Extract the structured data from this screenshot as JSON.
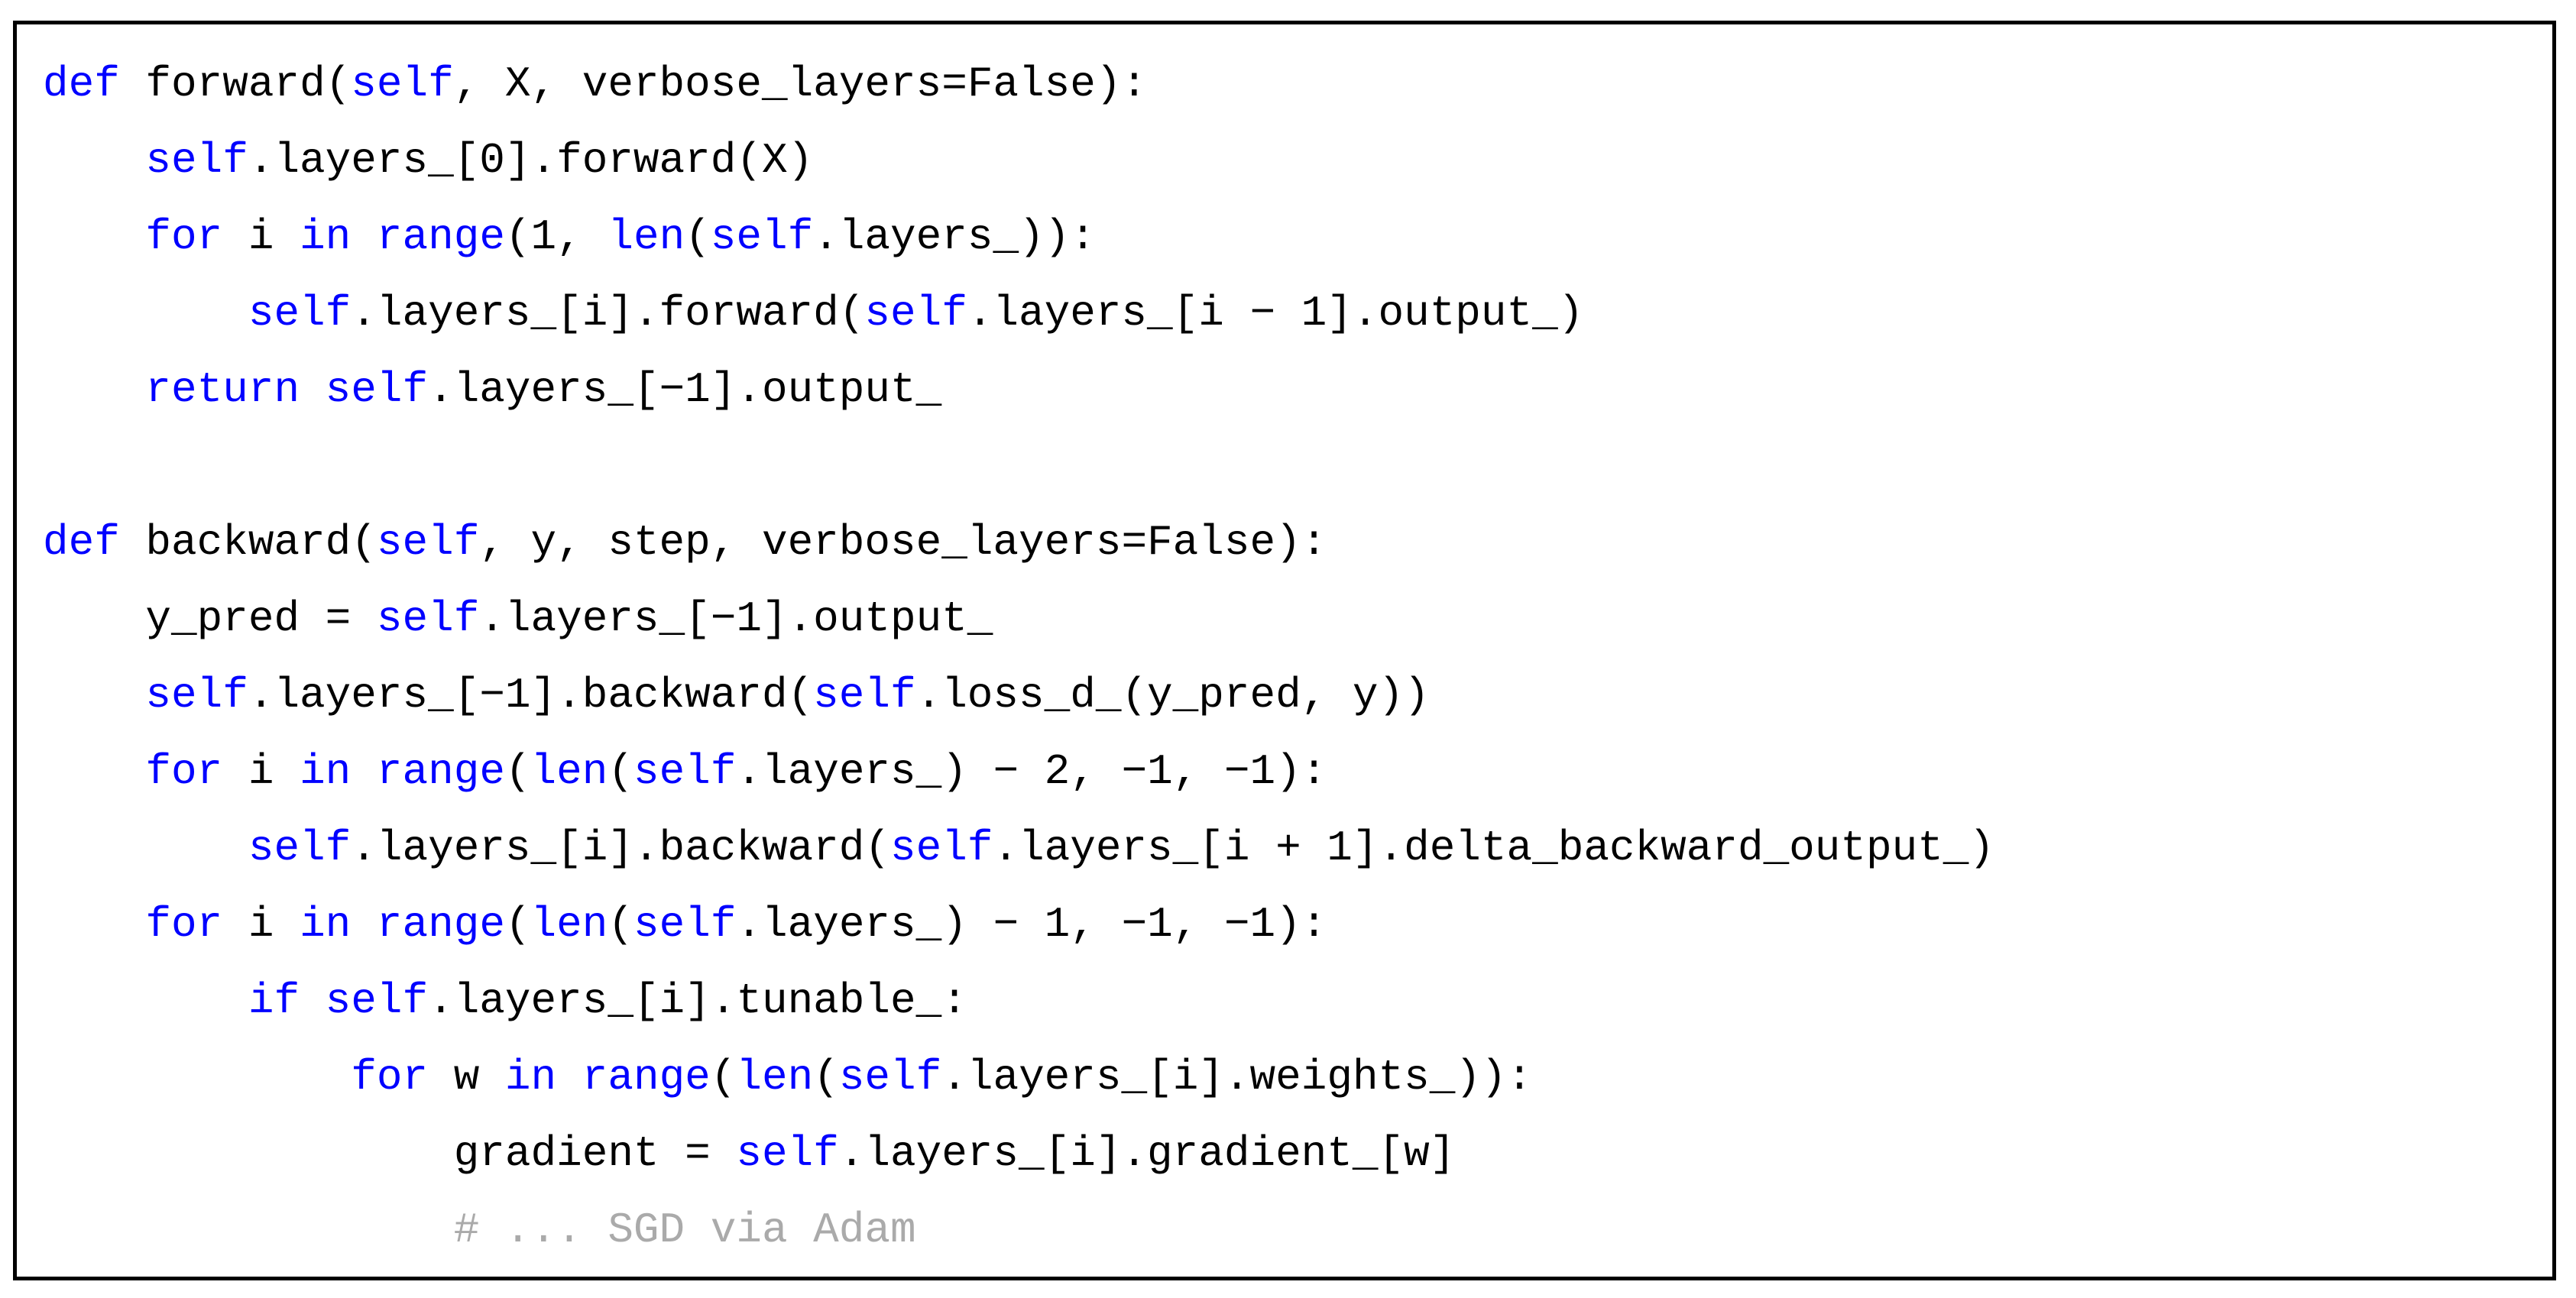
{
  "colors": {
    "keyword": "#0000ff",
    "plain": "#000000",
    "comment": "#aaaaaa",
    "border": "#000000",
    "background": "#ffffff"
  },
  "code_block": {
    "language": "python",
    "lines": [
      {
        "tokens": [
          [
            "k",
            "def"
          ],
          [
            "p",
            " forward("
          ],
          [
            "k",
            "self"
          ],
          [
            "p",
            ", X, verbose_layers=False):"
          ]
        ]
      },
      {
        "tokens": [
          [
            "p",
            "    "
          ],
          [
            "k",
            "self"
          ],
          [
            "p",
            ".layers_[0].forward(X)"
          ]
        ]
      },
      {
        "tokens": [
          [
            "p",
            "    "
          ],
          [
            "k",
            "for"
          ],
          [
            "p",
            " i "
          ],
          [
            "k",
            "in"
          ],
          [
            "p",
            " "
          ],
          [
            "k",
            "range"
          ],
          [
            "p",
            "(1, "
          ],
          [
            "k",
            "len"
          ],
          [
            "p",
            "("
          ],
          [
            "k",
            "self"
          ],
          [
            "p",
            ".layers_)):"
          ]
        ]
      },
      {
        "tokens": [
          [
            "p",
            "        "
          ],
          [
            "k",
            "self"
          ],
          [
            "p",
            ".layers_[i].forward("
          ],
          [
            "k",
            "self"
          ],
          [
            "p",
            ".layers_[i − 1].output_)"
          ]
        ]
      },
      {
        "tokens": [
          [
            "p",
            "    "
          ],
          [
            "k",
            "return"
          ],
          [
            "p",
            " "
          ],
          [
            "k",
            "self"
          ],
          [
            "p",
            ".layers_[−1].output_"
          ]
        ]
      },
      {
        "tokens": []
      },
      {
        "tokens": [
          [
            "k",
            "def"
          ],
          [
            "p",
            " backward("
          ],
          [
            "k",
            "self"
          ],
          [
            "p",
            ", y, step, verbose_layers=False):"
          ]
        ]
      },
      {
        "tokens": [
          [
            "p",
            "    y_pred = "
          ],
          [
            "k",
            "self"
          ],
          [
            "p",
            ".layers_[−1].output_"
          ]
        ]
      },
      {
        "tokens": [
          [
            "p",
            "    "
          ],
          [
            "k",
            "self"
          ],
          [
            "p",
            ".layers_[−1].backward("
          ],
          [
            "k",
            "self"
          ],
          [
            "p",
            ".loss_d_(y_pred, y))"
          ]
        ]
      },
      {
        "tokens": [
          [
            "p",
            "    "
          ],
          [
            "k",
            "for"
          ],
          [
            "p",
            " i "
          ],
          [
            "k",
            "in"
          ],
          [
            "p",
            " "
          ],
          [
            "k",
            "range"
          ],
          [
            "p",
            "("
          ],
          [
            "k",
            "len"
          ],
          [
            "p",
            "("
          ],
          [
            "k",
            "self"
          ],
          [
            "p",
            ".layers_) − 2, −1, −1):"
          ]
        ]
      },
      {
        "tokens": [
          [
            "p",
            "        "
          ],
          [
            "k",
            "self"
          ],
          [
            "p",
            ".layers_[i].backward("
          ],
          [
            "k",
            "self"
          ],
          [
            "p",
            ".layers_[i + 1].delta_backward_output_)"
          ]
        ]
      },
      {
        "tokens": [
          [
            "p",
            "    "
          ],
          [
            "k",
            "for"
          ],
          [
            "p",
            " i "
          ],
          [
            "k",
            "in"
          ],
          [
            "p",
            " "
          ],
          [
            "k",
            "range"
          ],
          [
            "p",
            "("
          ],
          [
            "k",
            "len"
          ],
          [
            "p",
            "("
          ],
          [
            "k",
            "self"
          ],
          [
            "p",
            ".layers_) − 1, −1, −1):"
          ]
        ]
      },
      {
        "tokens": [
          [
            "p",
            "        "
          ],
          [
            "k",
            "if"
          ],
          [
            "p",
            " "
          ],
          [
            "k",
            "self"
          ],
          [
            "p",
            ".layers_[i].tunable_:"
          ]
        ]
      },
      {
        "tokens": [
          [
            "p",
            "            "
          ],
          [
            "k",
            "for"
          ],
          [
            "p",
            " w "
          ],
          [
            "k",
            "in"
          ],
          [
            "p",
            " "
          ],
          [
            "k",
            "range"
          ],
          [
            "p",
            "("
          ],
          [
            "k",
            "len"
          ],
          [
            "p",
            "("
          ],
          [
            "k",
            "self"
          ],
          [
            "p",
            ".layers_[i].weights_)):"
          ]
        ]
      },
      {
        "tokens": [
          [
            "p",
            "                gradient = "
          ],
          [
            "k",
            "self"
          ],
          [
            "p",
            ".layers_[i].gradient_[w]"
          ]
        ]
      },
      {
        "tokens": [
          [
            "p",
            "                "
          ],
          [
            "c",
            "# ... SGD via Adam"
          ]
        ]
      }
    ]
  }
}
